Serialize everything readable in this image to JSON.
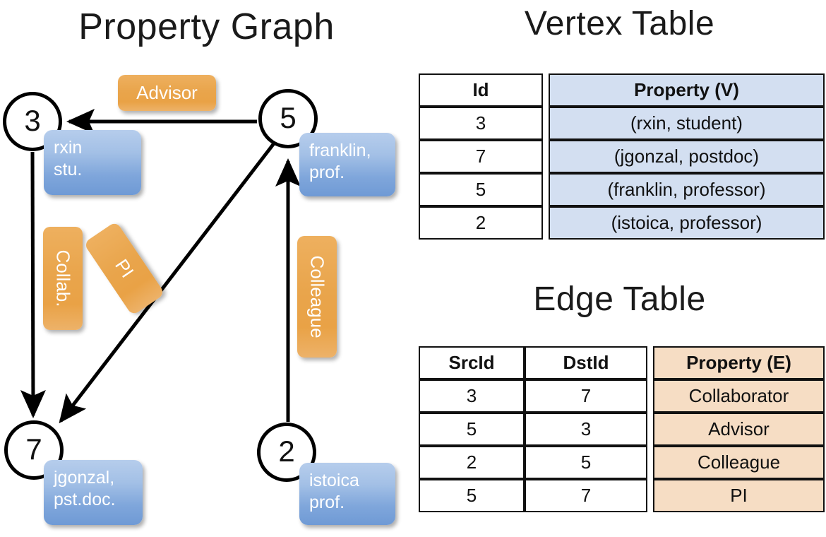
{
  "titles": {
    "property_graph": "Property Graph",
    "vertex_table": "Vertex Table",
    "edge_table": "Edge Table"
  },
  "colors": {
    "vertex_property_fill": "#d3dff1",
    "edge_property_fill": "#f6ddc4",
    "relationship_box": "#e9a54c",
    "vertex_box": "#7fa6db",
    "stroke": "#111111",
    "background": "#ffffff"
  },
  "graph": {
    "nodes": [
      {
        "id": "3",
        "label": "3",
        "property_line1": "rxin",
        "property_line2": "stu."
      },
      {
        "id": "5",
        "label": "5",
        "property_line1": "franklin,",
        "property_line2": "prof."
      },
      {
        "id": "7",
        "label": "7",
        "property_line1": "jgonzal,",
        "property_line2": "pst.doc."
      },
      {
        "id": "2",
        "label": "2",
        "property_line1": "istoica",
        "property_line2": "prof."
      }
    ],
    "edges": [
      {
        "src": "5",
        "dst": "3",
        "label": "Advisor"
      },
      {
        "src": "3",
        "dst": "7",
        "label": "Collab."
      },
      {
        "src": "5",
        "dst": "7",
        "label": "PI"
      },
      {
        "src": "2",
        "dst": "5",
        "label": "Colleague"
      }
    ]
  },
  "vertex_table": {
    "headers": [
      "Id",
      "Property (V)"
    ],
    "rows": [
      {
        "id": "3",
        "property": "(rxin, student)"
      },
      {
        "id": "7",
        "property": "(jgonzal, postdoc)"
      },
      {
        "id": "5",
        "property": "(franklin, professor)"
      },
      {
        "id": "2",
        "property": "(istoica, professor)"
      }
    ]
  },
  "edge_table": {
    "headers": [
      "SrcId",
      "DstId",
      "Property (E)"
    ],
    "rows": [
      {
        "src": "3",
        "dst": "7",
        "property": "Collaborator"
      },
      {
        "src": "5",
        "dst": "3",
        "property": "Advisor"
      },
      {
        "src": "2",
        "dst": "5",
        "property": "Colleague"
      },
      {
        "src": "5",
        "dst": "7",
        "property": "PI"
      }
    ]
  }
}
